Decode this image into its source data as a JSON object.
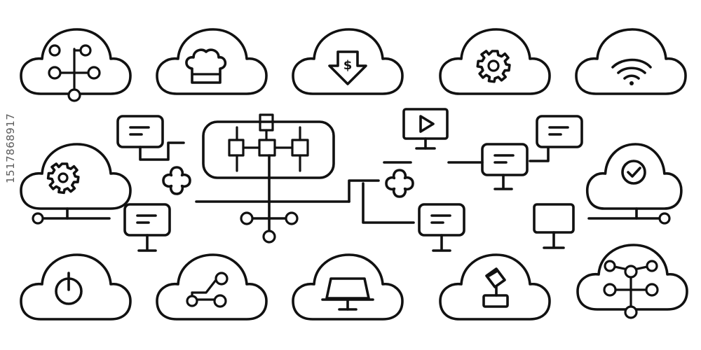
{
  "stock_id": "1517868917",
  "style": {
    "stroke": "#111111",
    "background": "#ffffff",
    "id_text": "#5d5d5d"
  },
  "icons": [
    {
      "row": 1,
      "col": 1,
      "name": "cloud-network-hub"
    },
    {
      "row": 1,
      "col": 2,
      "name": "cloud-chef-hat"
    },
    {
      "row": 1,
      "col": 3,
      "name": "cloud-dollar-down"
    },
    {
      "row": 1,
      "col": 4,
      "name": "cloud-gear"
    },
    {
      "row": 1,
      "col": 5,
      "name": "cloud-wifi"
    },
    {
      "row": 2,
      "col": 1,
      "name": "cloud-gear-network"
    },
    {
      "row": 2,
      "col": 2,
      "name": "flowchart-network"
    },
    {
      "row": 2,
      "col": 3,
      "name": "monitor-play"
    },
    {
      "row": 2,
      "col": 4,
      "name": "monitors-network"
    },
    {
      "row": 2,
      "col": 5,
      "name": "cloud-check-network"
    },
    {
      "row": 3,
      "col": 1,
      "name": "cloud-power"
    },
    {
      "row": 3,
      "col": 2,
      "name": "cloud-share"
    },
    {
      "row": 3,
      "col": 3,
      "name": "cloud-monitor"
    },
    {
      "row": 3,
      "col": 4,
      "name": "cloud-usb-drive"
    },
    {
      "row": 3,
      "col": 5,
      "name": "cloud-network-hub"
    }
  ]
}
